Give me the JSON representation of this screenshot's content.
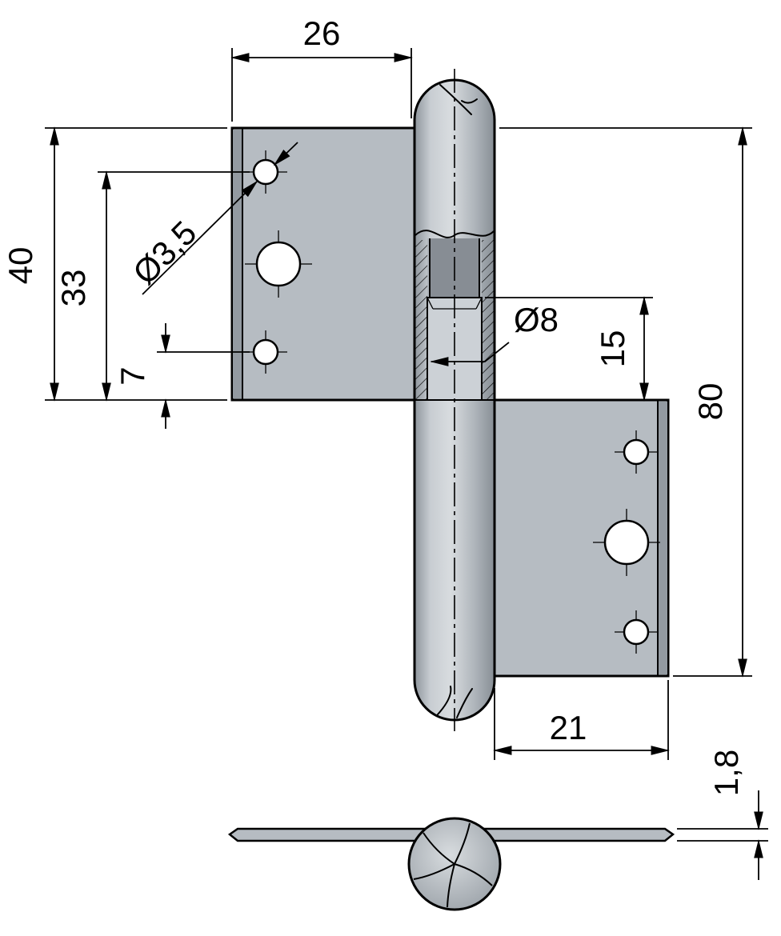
{
  "drawing": {
    "labels": {
      "top_width": "26",
      "left_height": "40",
      "hole_top_offset": "33",
      "hole_bottom_offset": "7",
      "small_hole_diameter": "Ø3,5",
      "pin_diameter": "Ø8",
      "pin_length": "15",
      "total_height": "80",
      "lower_width": "21",
      "plate_thickness": "1,8"
    },
    "colors": {
      "background": "#ffffff",
      "line": "#000000",
      "metal_mid": "#b6bcc2",
      "metal_dark": "#939aa1",
      "metal_light": "#d8dcdf",
      "bore_shadow": "#878d94",
      "pin_face": "#ccd1d6"
    }
  }
}
